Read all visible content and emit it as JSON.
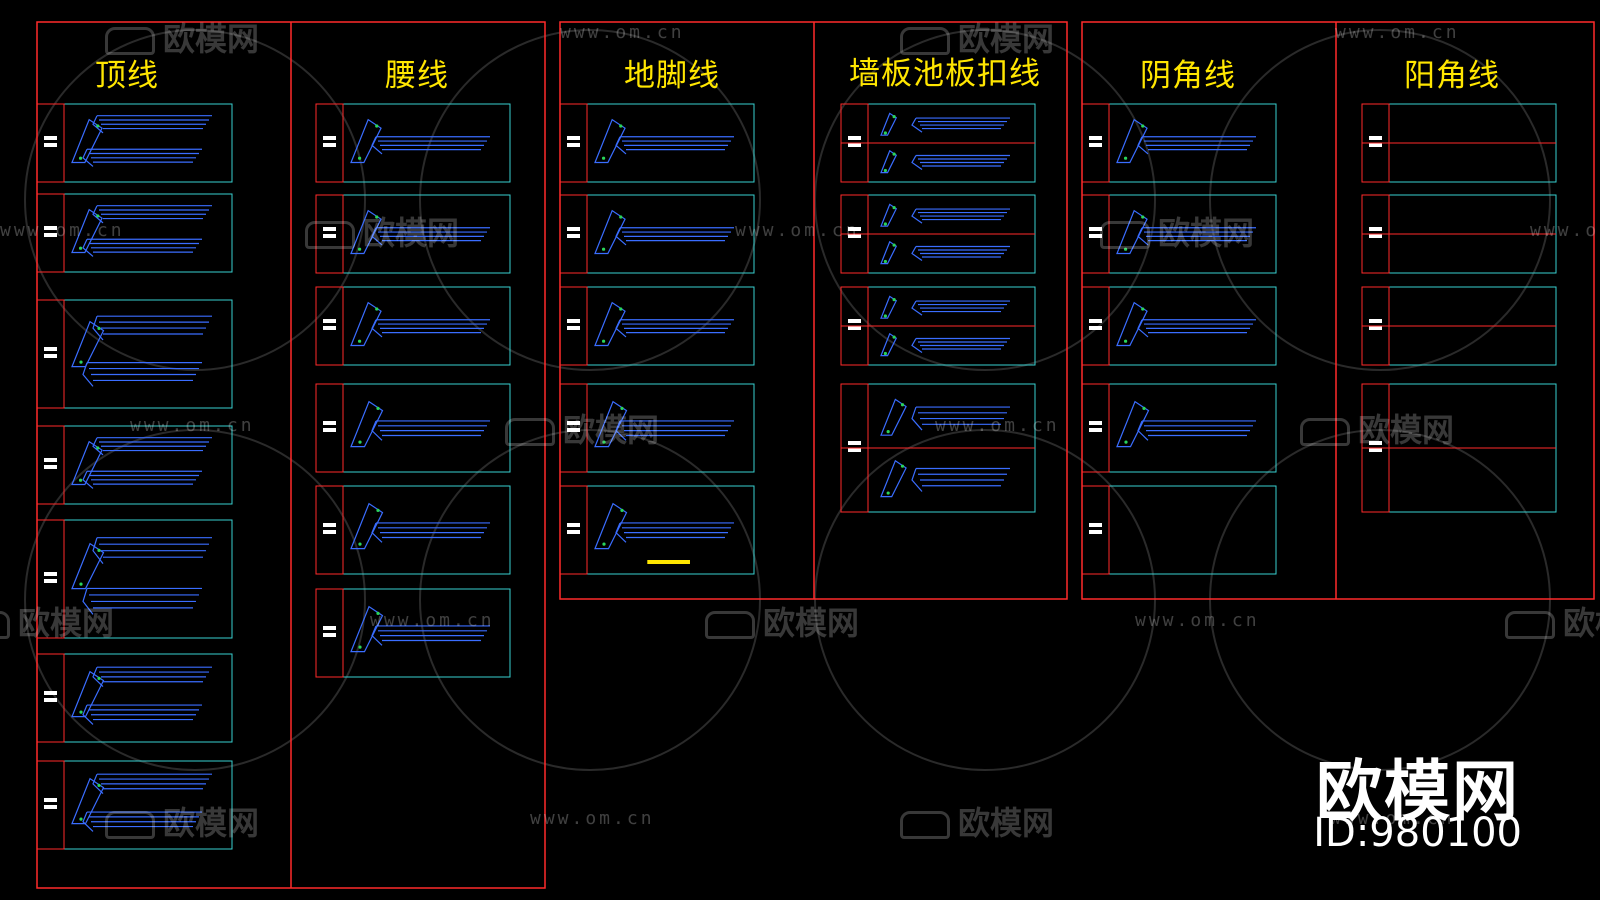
{
  "categories": [
    {
      "key": "top",
      "title": "顶线"
    },
    {
      "key": "waist",
      "title": "腰线"
    },
    {
      "key": "skirting",
      "title": "地脚线"
    },
    {
      "key": "wallpanel",
      "title": "墙板池板扣线"
    },
    {
      "key": "inner",
      "title": "阴角线"
    },
    {
      "key": "outer",
      "title": "阳角线"
    }
  ],
  "watermark": {
    "brand": "欧模网",
    "url": "www.om.cn"
  },
  "brand": {
    "name": "欧模网",
    "id": "ID:980100"
  },
  "colors": {
    "frame": "#ff2a2a",
    "cell": "#39d0d0",
    "profile": "#3a6dff",
    "dim": "#2ad45a",
    "accent": "#ffe600",
    "label": "#ffffff"
  }
}
